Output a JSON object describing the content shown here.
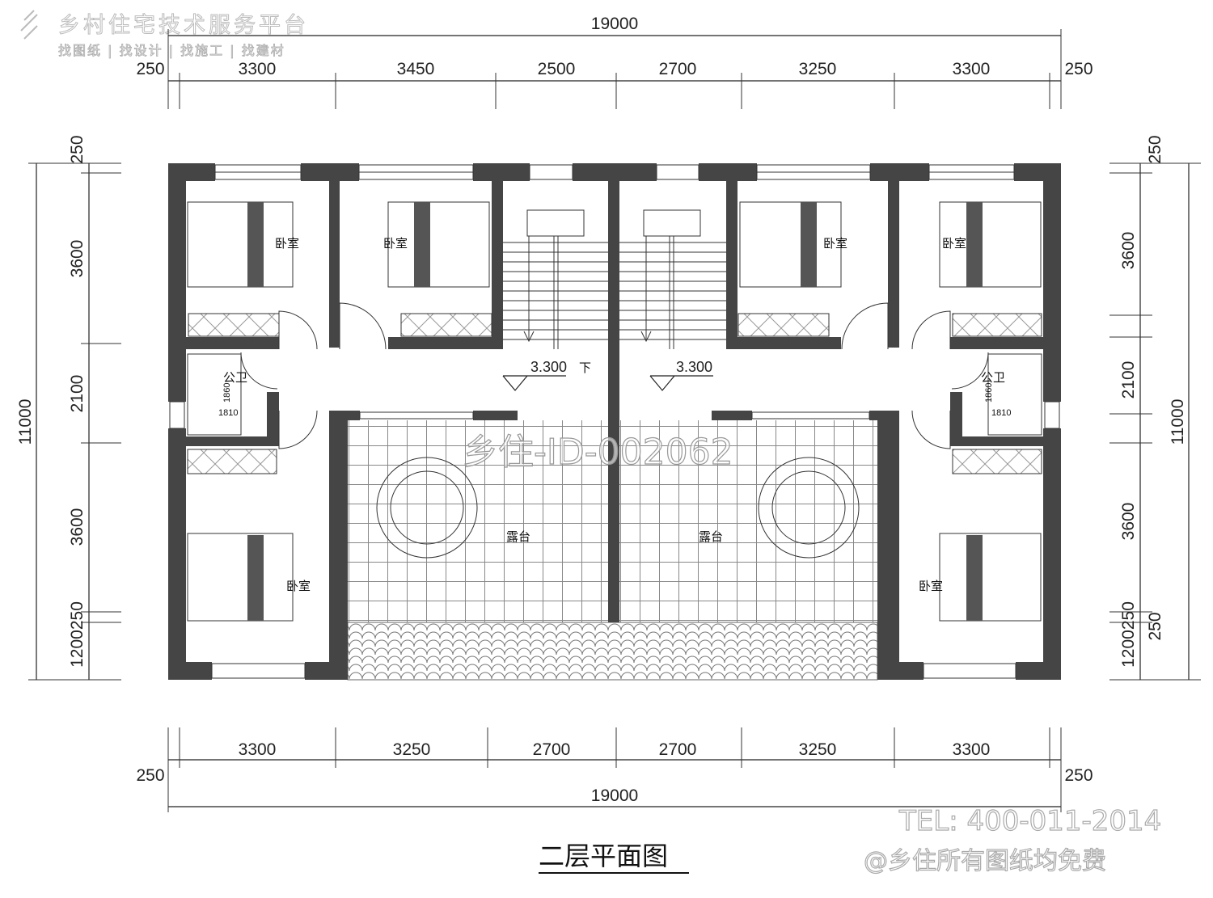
{
  "logo": {
    "name": "乡村住宅技术服务平台",
    "tagline": "找图纸 | 找设计 | 找施工 | 找建材"
  },
  "dimensions": {
    "top_total": "19000",
    "top_segments": [
      "250",
      "3300",
      "3450",
      "2500",
      "2700",
      "3250",
      "3300",
      "250"
    ],
    "bottom_segments": [
      "3300",
      "3250",
      "2700",
      "2700",
      "3250",
      "3300"
    ],
    "bottom_edges": [
      "250",
      "250"
    ],
    "bottom_total": "19000",
    "left": [
      "250",
      "3600",
      "2100",
      "3600",
      "1200250",
      "11000"
    ],
    "right": [
      "250",
      "3600",
      "2100",
      "3600",
      "1200250",
      "250",
      "11000"
    ]
  },
  "rooms": {
    "bedroom": "卧室",
    "bathroom": "公卫",
    "terrace": "露台",
    "bath_dim_v": "1860",
    "bath_dim_h": "1810",
    "level": "3.300",
    "down": "下"
  },
  "watermark": "乡住-ID-002062",
  "title": "二层平面图",
  "contact": {
    "tel": "TEL: 400-011-2014",
    "note": "@乡住所有图纸均免费"
  }
}
